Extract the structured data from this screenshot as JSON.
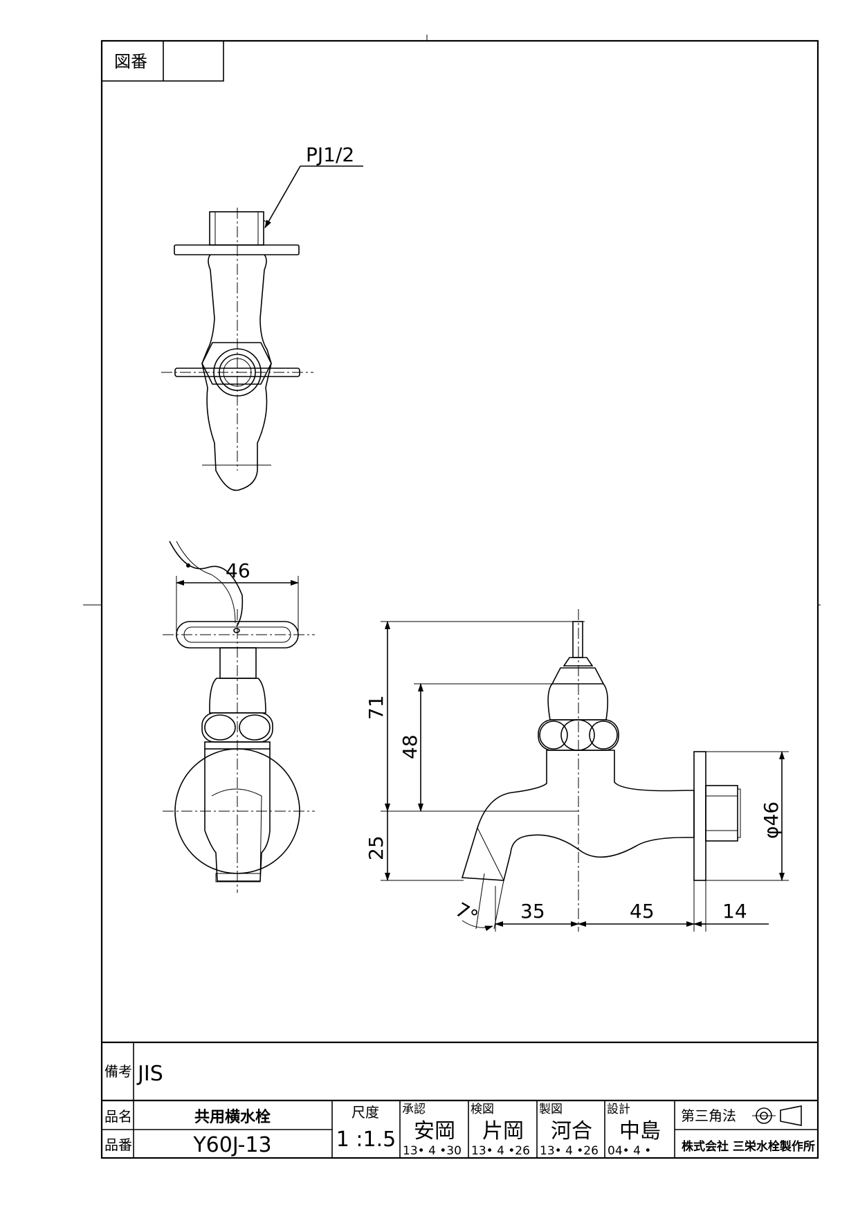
{
  "header": {
    "drawing_number_label": "図番",
    "drawing_number_value": ""
  },
  "annotations": {
    "thread_spec": "PJ1/2",
    "key_width": "46",
    "height_total": "71",
    "height_handle": "48",
    "height_spout": "25",
    "spout_angle": "7°",
    "dim_spout": "35",
    "dim_body": "45",
    "dim_flange": "14",
    "flange_dia": "φ46"
  },
  "title_block": {
    "remarks_label": "備考",
    "remarks_value": "JIS",
    "product_name_label": "品名",
    "product_name_value": "共用横水栓",
    "product_no_label": "品番",
    "product_no_value": "Y60J-13",
    "scale_label": "尺度",
    "scale_value": "1 :1.5",
    "approvals": [
      {
        "role": "承認",
        "name": "安岡",
        "date": "13• 4 •30"
      },
      {
        "role": "検図",
        "name": "片岡",
        "date": "13• 4 •26"
      },
      {
        "role": "製図",
        "name": "河合",
        "date": "13• 4 •26"
      },
      {
        "role": "設計",
        "name": "中島",
        "date": "04• 4 •"
      }
    ],
    "projection": "第三角法",
    "company": "株式会社 三栄水栓製作所"
  }
}
